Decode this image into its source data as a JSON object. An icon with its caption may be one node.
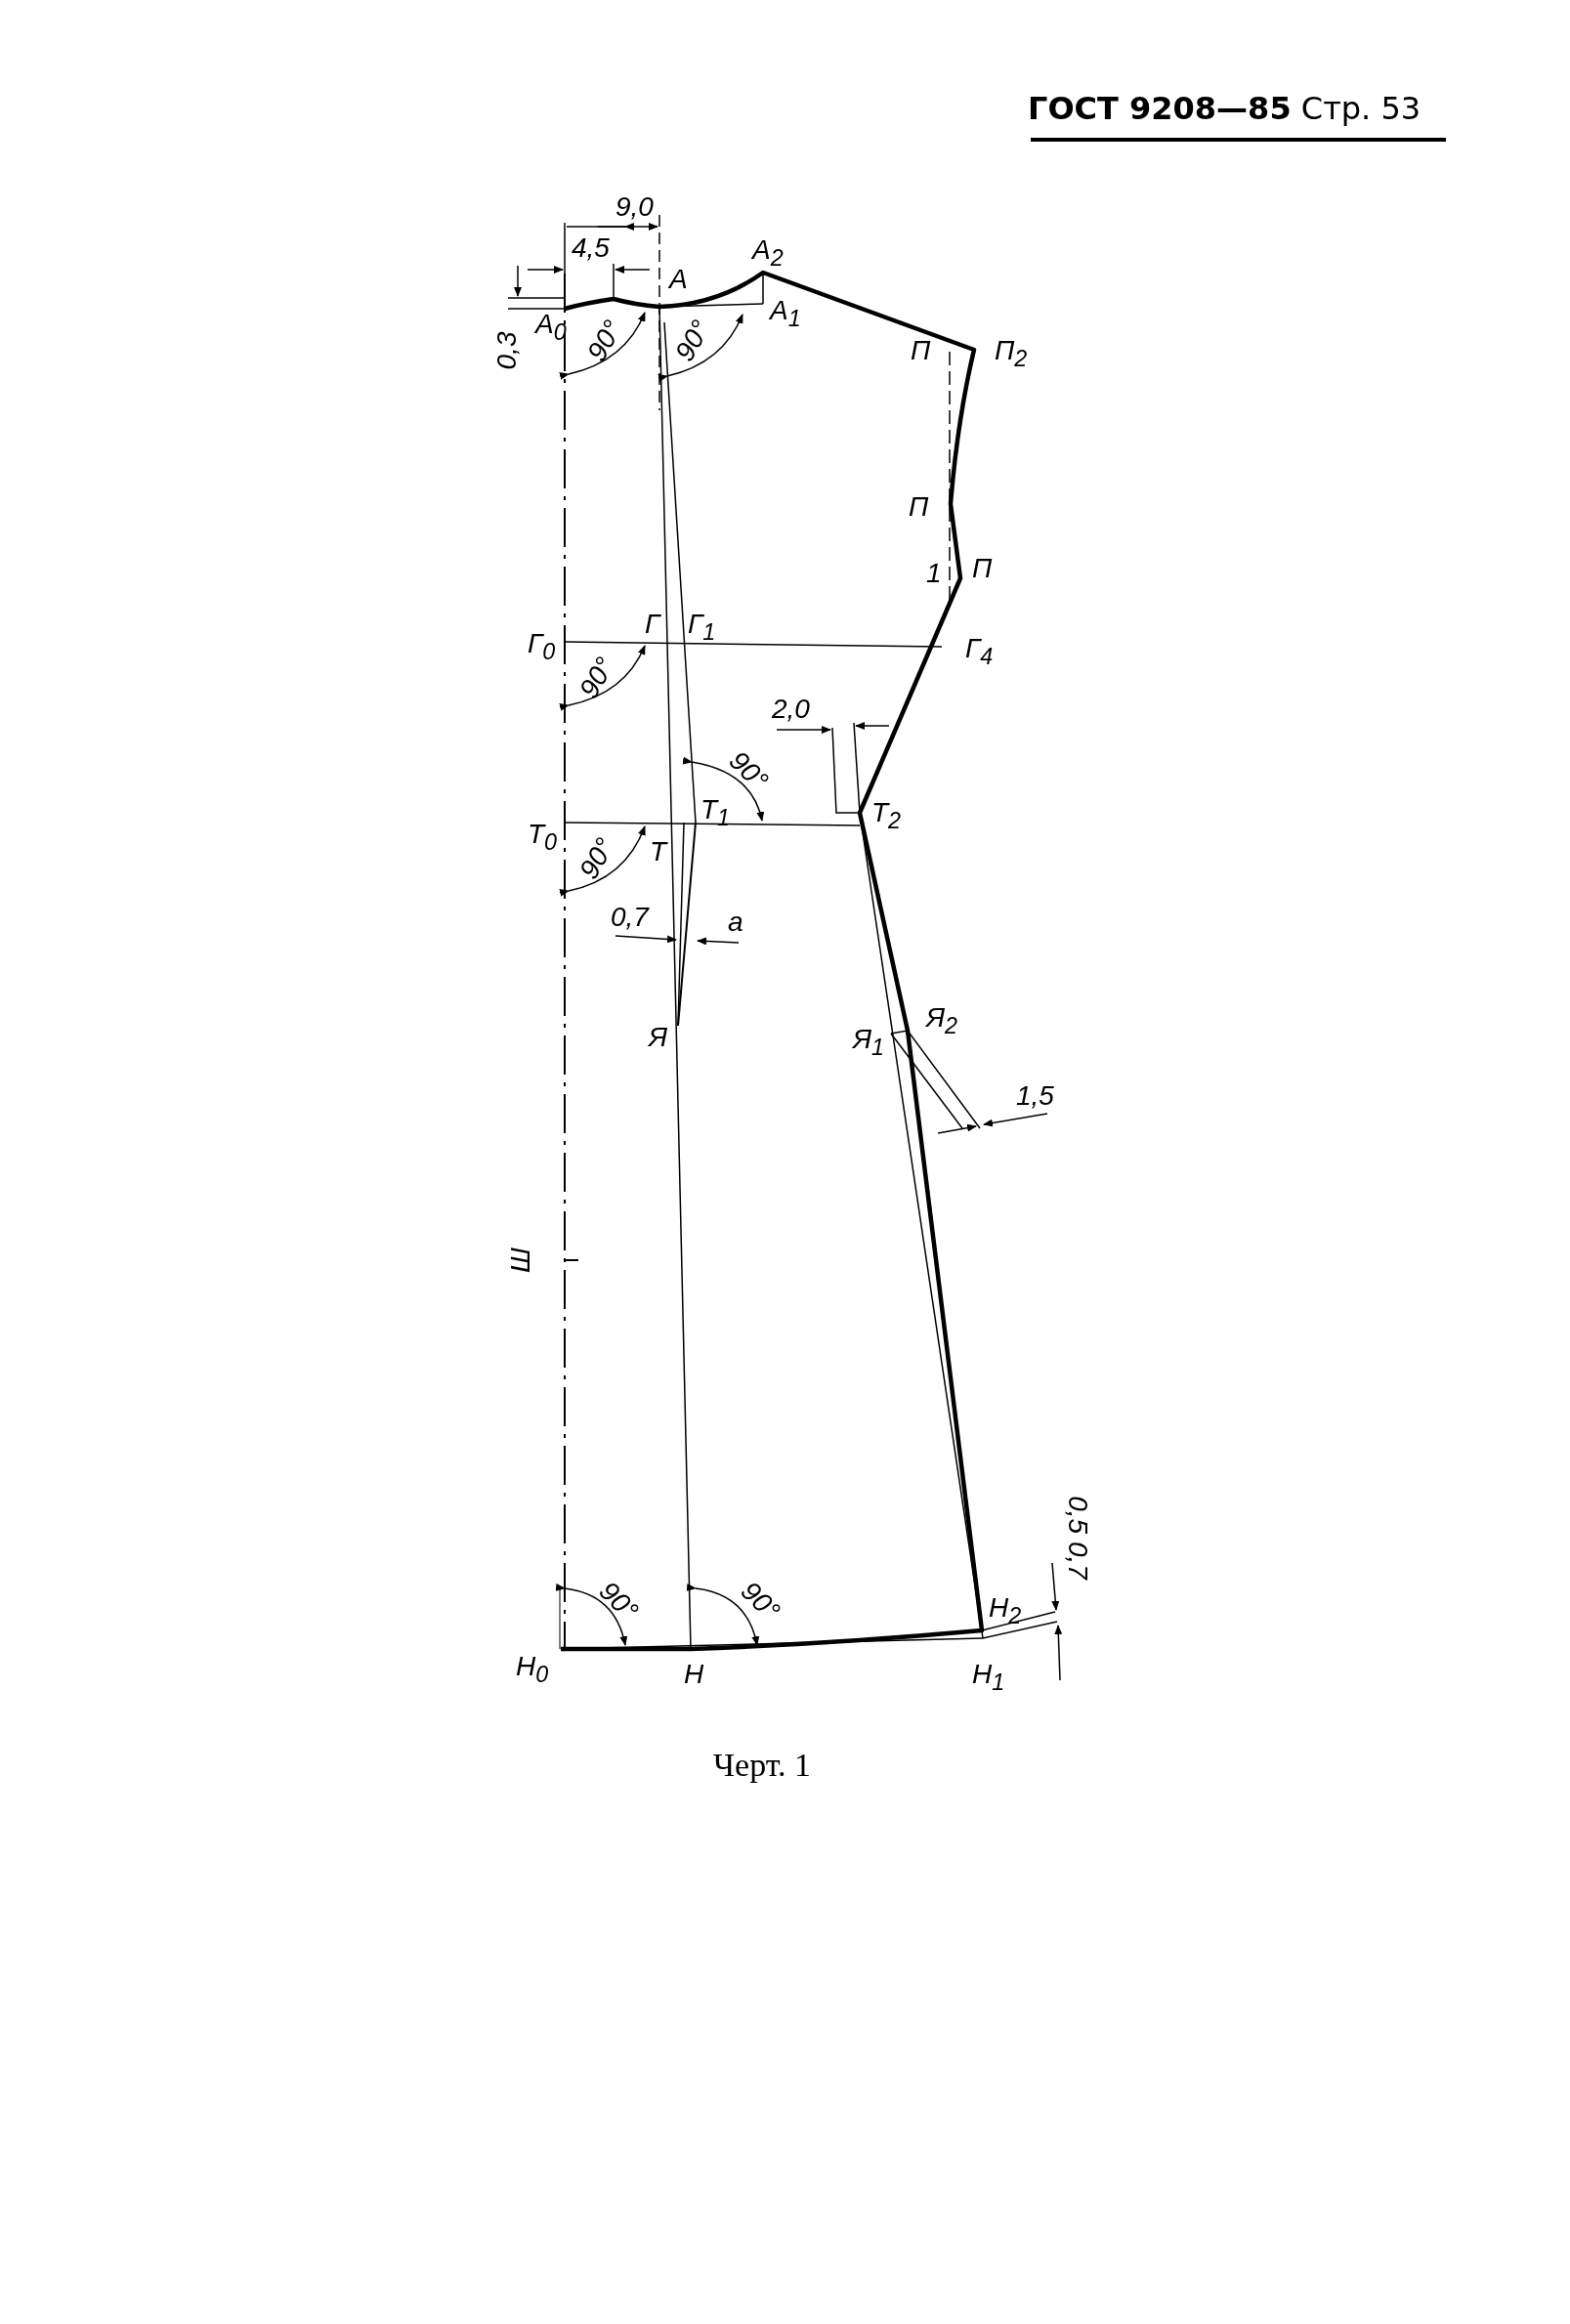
{
  "diagram": {
    "caption": "Черт. 1",
    "labels": [
      "**ГОСТ 9208—85** Стр. 53",
      "9,0",
      "4,5",
      "А$_{2}$",
      "А",
      "0,3",
      "А$_{0}$",
      "90°",
      "90°",
      "А$_{1}$",
      "П",
      "П$_{2}$",
      "П",
      "1",
      "П",
      "Г",
      "Г$_{1}$",
      "Г$_{0}$",
      "Г$_{4}$",
      "90°",
      "2,0",
      "90°",
      "Т$_{1}$",
      "Т$_{2}$",
      "Т$_{0}$",
      "Т",
      "90°",
      "0,7",
      "а",
      "Я",
      "Я$_{1}$",
      "Я$_{2}$",
      "1,5",
      "Ш",
      "90°",
      "90°",
      "Н$_{2}$",
      "0,5 0,7",
      "Н$_{0}$",
      "Н",
      "Н$_{1}$"
    ]
  }
}
